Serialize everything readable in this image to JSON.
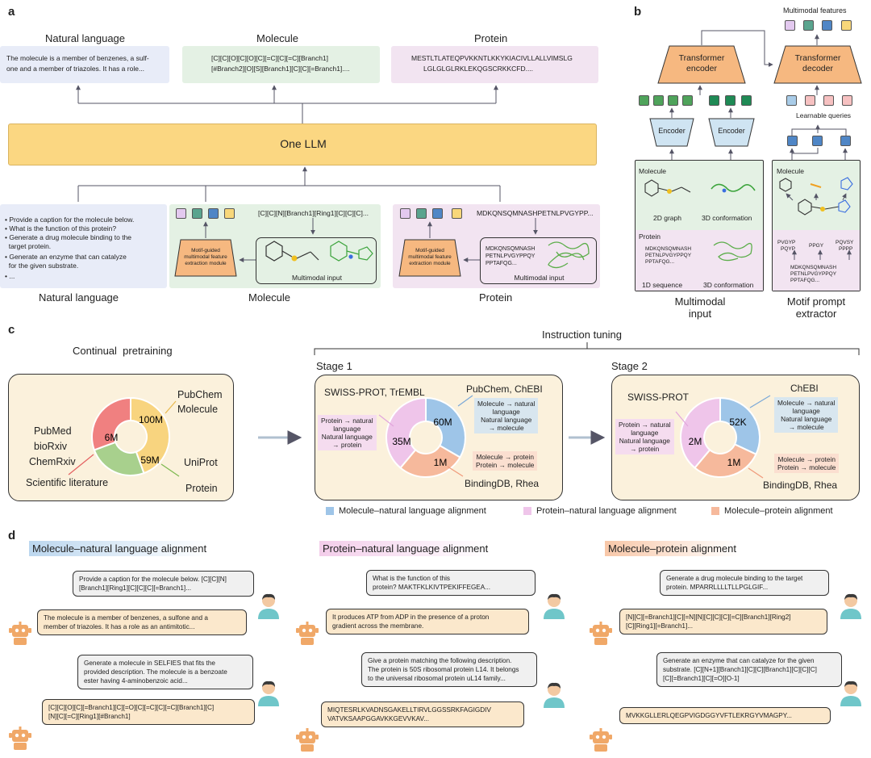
{
  "panel_a": {
    "letter": "a",
    "top_labels": [
      "Natural language",
      "Molecule",
      "Protein"
    ],
    "top_boxes": [
      "The molecule is a member of benzenes, a sulf-",
      "one and a member of triazoles. It has a role...",
      "[C][C][O][C][O][C][=C][C][=C][Branch1]",
      "[#Branch2][O][S][Branch1][C][C][=Branch1]....",
      "MESTLTLATEQPVKKNTLKKYKIACIVLLALLVIMSLG",
      "LGLGLGLRKLEKQGSCRKKCFD...."
    ],
    "llm_label": "One LLM",
    "instructions": [
      "• Provide a caption for the molecule below.",
      "• What is the function of this protein?",
      "• Generate a drug molecule binding to the",
      "  target protein.",
      "• Generate an enzyme that can catalyze",
      "  for the given substrate.",
      "• ..."
    ],
    "mol_seq": "[C][C][N][Branch1][Ring1][C][C][C]...",
    "prot_seq": "MDKQNSQMNASHPETNLPVGYPP...",
    "module_label": [
      "Motif-guided",
      "multimodal feature",
      "extraction module"
    ],
    "multimodal_input": "Multimodal input",
    "prot_inner": [
      "MDKQNSQMNASH",
      "PETNLPVGYPPQY",
      "PPTAFQG..."
    ],
    "bottom_labels": [
      "Natural language",
      "Molecule",
      "Protein"
    ]
  },
  "panel_b": {
    "letter": "b",
    "multimodal_features": "Multimodal features",
    "encoder_title": [
      "Transformer",
      "encoder"
    ],
    "decoder_title": [
      "Transformer",
      "decoder"
    ],
    "encoder": "Encoder",
    "learnable_queries": "Learnable queries",
    "molecule": "Molecule",
    "graph_2d": "2D graph",
    "conf_3d": "3D conformation",
    "protein": "Protein",
    "prot_seq": [
      "MDKQNSQMNASH",
      "PETNLPVGYPPQY",
      "PPTAFQG..."
    ],
    "seq_1d": "1D sequence",
    "motif_seqs": [
      "PVGYP",
      "PQYP",
      "PPGY",
      "PQVSY",
      "PPPP"
    ],
    "caption_left": [
      "Multimodal",
      "input"
    ],
    "caption_right": [
      "Motif prompt",
      "extractor"
    ]
  },
  "panel_c": {
    "letter": "c",
    "instruction_tuning": "Instruction tuning",
    "continual": "Continual  pretraining",
    "stage1": "Stage 1",
    "stage2": "Stage 2",
    "pre_labels": {
      "pubchem": [
        "PubChem",
        "Molecule"
      ],
      "uniprot": [
        "UniProt",
        "Protein"
      ],
      "lit": [
        "PubMed",
        "bioRxiv",
        "ChemRxiv"
      ],
      "sci": "Scientific literature",
      "v100": "100M",
      "v59": "59M",
      "v6": "6M"
    },
    "s1": {
      "swiss": "SWISS-PROT, TrEMBL",
      "pubchem": "PubChem, ChEBI",
      "binding": "BindingDB, Rhea",
      "v60": "60M",
      "v35": "35M",
      "v1": "1M",
      "tag_prot": [
        "Protein → natural",
        "language",
        "Natural language",
        "→ protein"
      ],
      "tag_mol": [
        "Molecule → natural",
        "language",
        "Natural language",
        "→ molecule"
      ],
      "tag_mp": [
        "Molecule → protein",
        "Protein → molecule"
      ]
    },
    "s2": {
      "swiss": "SWISS-PROT",
      "chebi": "ChEBI",
      "binding": "BindingDB, Rhea",
      "v52": "52K",
      "v2": "2M",
      "v1": "1M"
    },
    "legend": [
      "Molecule–natural language alignment",
      "Protein–natural language alignment",
      "Molecule–protein alignment"
    ],
    "colors": {
      "pubchem": "#f8d47f",
      "uniprot": "#a8d08d",
      "lit": "#f08080",
      "blue": "#9ec5e8",
      "pink": "#efc5ea",
      "salmon": "#f6b99c"
    }
  },
  "pie_data": {
    "pretraining": [
      {
        "name": "PubChem Molecule",
        "value": 100
      },
      {
        "name": "UniProt Protein",
        "value": 59
      },
      {
        "name": "Scientific literature",
        "value": 6
      }
    ],
    "stage1": [
      {
        "name": "PubChem, ChEBI",
        "value": 60
      },
      {
        "name": "BindingDB, Rhea",
        "value": 1
      },
      {
        "name": "SWISS-PROT, TrEMBL",
        "value": 35
      }
    ],
    "stage2": [
      {
        "name": "ChEBI",
        "value": 52
      },
      {
        "name": "BindingDB, Rhea",
        "value": 1
      },
      {
        "name": "SWISS-PROT",
        "value": 2
      }
    ]
  },
  "panel_d": {
    "letter": "d",
    "headers": [
      "Molecule–natural language alignment",
      "Protein–natural language alignment",
      "Molecule–protein alignment"
    ],
    "col1": [
      [
        "Provide a caption for the molecule below. [C][C][N]",
        "[Branch1][Ring1][C][C][C][=Branch1]..."
      ],
      [
        "The molecule is a member of benzenes, a sulfone and a",
        "member of triazoles. It has a role as an antimitotic..."
      ],
      [
        "Generate a molecule in SELFIES that fits the",
        "provided description. The molecule is a benzoate",
        "ester having 4-aminobenzoic acid..."
      ],
      [
        "[C][C][O][C][=Branch1][C][=O][C][=C][C][=C][Branch1][C]",
        "[N][C][=C][Ring1][#Branch1]"
      ]
    ],
    "col2": [
      [
        "What is the function of this",
        "protein?  MAKTFKLKIVTPEKIFFEGEA..."
      ],
      [
        "It produces ATP from ADP in the presence of a proton",
        "gradient across the membrane."
      ],
      [
        "Give a protein matching the following description.",
        "The protein is 50S ribosomal protein L14. It belongs",
        "to the universal ribosomal protein uL14 family..."
      ],
      [
        "MIQTESRLKVADNSGAKELLTIRVLGGSSRKFAGIGDIV",
        "VATVKSAAPGGAVKKGEVVKAV..."
      ]
    ],
    "col3": [
      [
        "Generate a drug molecule binding to the target",
        "protein.  MPARRLLLLTLLPGLGIF..."
      ],
      [
        "[N][C][=Branch1][C][=N][N][C][C][C][=C][Branch1][Ring2]",
        "[C][Ring1][=Branch1]..."
      ],
      [
        "Generate an enzyme that can catalyze for the given",
        "substrate. [C][N+1][Branch1][C][C][Branch1][C][C][C]",
        "[C][=Branch1][C][=O][O-1]"
      ],
      [
        "MVKKGLLERLQEGPVIGDGGYVFTLEKRGYVMAGPY..."
      ]
    ]
  }
}
